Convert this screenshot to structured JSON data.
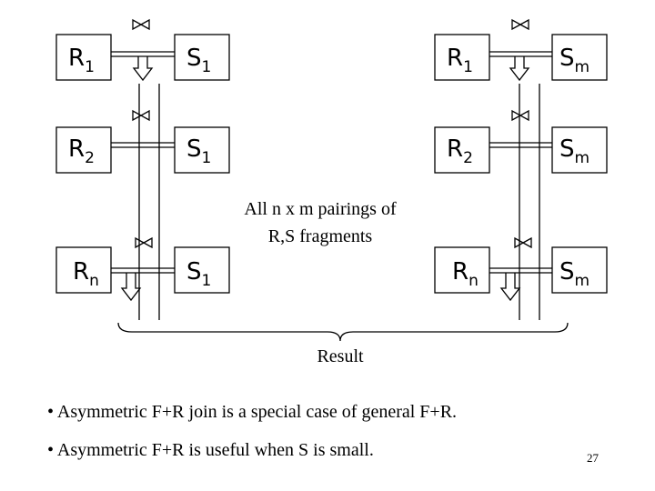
{
  "diagram": {
    "left": {
      "rows": [
        {
          "r_base": "R",
          "r_sub": "1",
          "s_base": "S",
          "s_sub": "1"
        },
        {
          "r_base": "R",
          "r_sub": "2",
          "s_base": "S",
          "s_sub": "1"
        },
        {
          "r_base": "R",
          "r_sub": "n",
          "s_base": "S",
          "s_sub": "1"
        }
      ]
    },
    "right": {
      "rows": [
        {
          "r_base": "R",
          "r_sub": "1",
          "s_base": "S",
          "s_sub": "m"
        },
        {
          "r_base": "R",
          "r_sub": "2",
          "s_base": "S",
          "s_sub": "m"
        },
        {
          "r_base": "R",
          "r_sub": "n",
          "s_base": "S",
          "s_sub": "m"
        }
      ]
    },
    "center_caption": [
      "All n x m pairings of",
      "R,S fragments"
    ],
    "result_label": "Result"
  },
  "bullets": [
    "• Asymmetric F+R join is a special case of general F+R.",
    "• Asymmetric F+R is useful when S is small."
  ],
  "page_number": "27"
}
